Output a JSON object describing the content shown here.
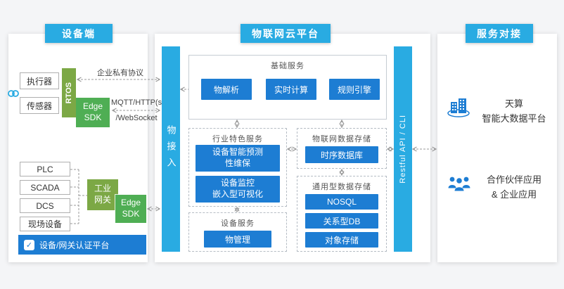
{
  "headers": {
    "device": "设备端",
    "cloud": "物联网云平台",
    "service": "服务对接"
  },
  "device_side": {
    "actuator": "执行器",
    "sensor": "传感器",
    "rtos": "RTOS",
    "edge_sdk_l1": "Edge",
    "edge_sdk_l2": "SDK",
    "private_protocol": "企业私有协议",
    "protocol1": "MQTT/HTTP(s)",
    "protocol2": "/WebSocket",
    "plc": "PLC",
    "scada": "SCADA",
    "dcs": "DCS",
    "field_device": "现场设备",
    "gateway_l1": "工业",
    "gateway_l2": "网关",
    "auth_platform": "设备/网关认证平台"
  },
  "cloud": {
    "thing_access": "物接入",
    "restful_api": "Restful API / CLI",
    "basic": {
      "title": "基础服务",
      "items": [
        "物解析",
        "实时计算",
        "规则引擎"
      ]
    },
    "industry": {
      "title": "行业特色服务",
      "item1_l1": "设备智能预测",
      "item1_l2": "性维保",
      "item2_l1": "设备监控",
      "item2_l2": "嵌入型可视化"
    },
    "device_service": {
      "title": "设备服务",
      "item": "物管理"
    },
    "iot_storage": {
      "title": "物联网数据存储",
      "item": "时序数据库"
    },
    "general_storage": {
      "title": "通用型数据存储",
      "items": [
        "NOSQL",
        "关系型DB",
        "对象存储"
      ]
    }
  },
  "service_side": {
    "bigdata_l1": "天算",
    "bigdata_l2": "智能大数据平台",
    "partner_l1": "合作伙伴应用",
    "partner_l2": "& 企业应用"
  },
  "icons": {
    "link": "link-icon",
    "check": "check-icon",
    "building": "building-icon",
    "people": "people-icon"
  },
  "colors": {
    "header_blue": "#29abe2",
    "bar_blue": "#29abe2",
    "button_blue": "#1d7dd3",
    "green_dark": "#7ca845",
    "green": "#4fae54",
    "arrow_gray": "#999999"
  }
}
